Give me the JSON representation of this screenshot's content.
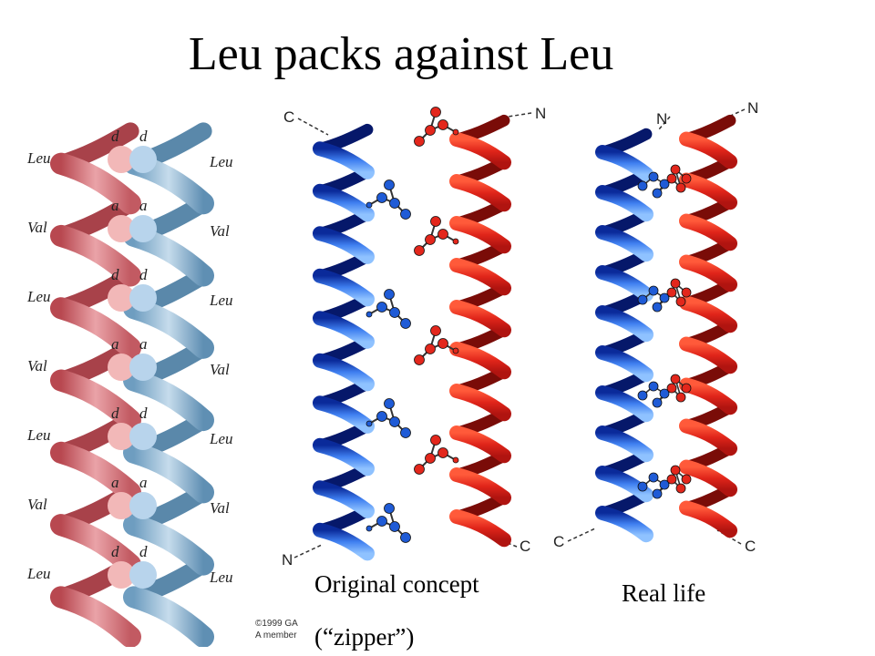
{
  "title": "Leu packs against Leu",
  "left_panel": {
    "left_labels": [
      "Leu",
      "Val",
      "Leu",
      "Val",
      "Leu",
      "Val",
      "Leu"
    ],
    "right_labels": [
      "Leu",
      "Val",
      "Leu",
      "Val",
      "Leu",
      "Val",
      "Leu"
    ],
    "positions": [
      "d",
      "a",
      "d",
      "a",
      "d",
      "a",
      "d"
    ],
    "copyright_line1": "©1999 GA",
    "copyright_line2": "A member",
    "colors": {
      "left_helix": "#d9777f",
      "right_helix": "#8fb8d6",
      "left_bead": "#f2b8b8",
      "right_bead": "#b8d4ec"
    }
  },
  "middle_panel": {
    "terminus_top_left": "C",
    "terminus_top_right": "N",
    "terminus_bottom_left": "N",
    "terminus_bottom_right": "C",
    "caption_line1": "Original concept",
    "caption_line2": "(“zipper”)",
    "colors": {
      "blue_helix": "#1f5bd6",
      "red_helix": "#e3271c"
    }
  },
  "right_panel": {
    "terminus_top_left": "N",
    "terminus_top_right": "N",
    "terminus_bottom_left": "C",
    "terminus_bottom_right": "C",
    "caption": "Real life"
  }
}
